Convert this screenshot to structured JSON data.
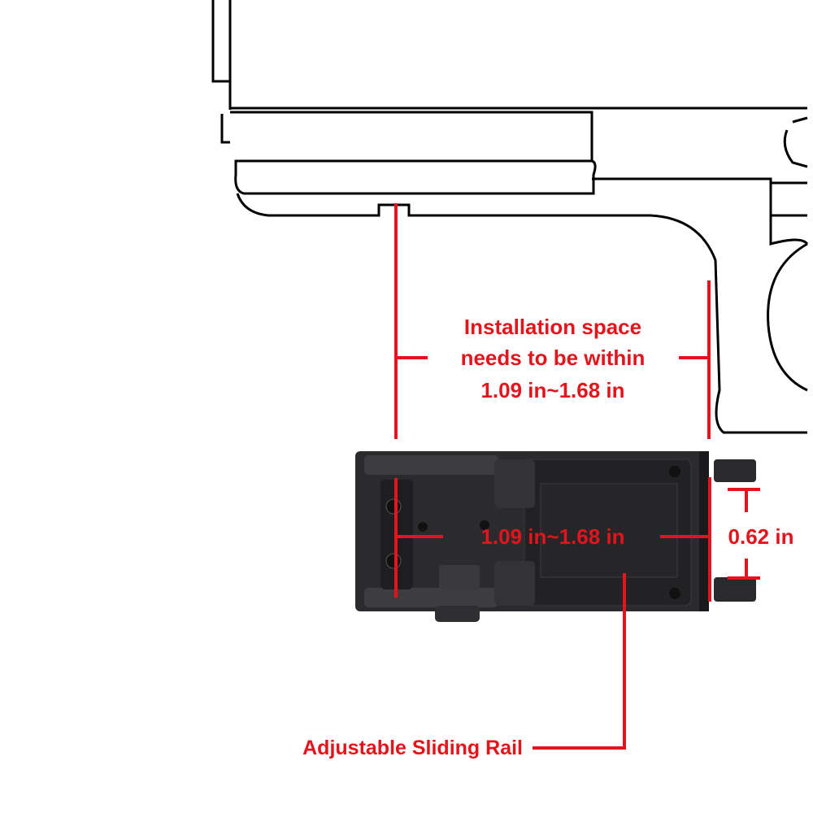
{
  "colors": {
    "annotation": "#e3141b",
    "device": "#2b2b2d",
    "outline": "#000000"
  },
  "labels": {
    "installation_line1": "Installation space",
    "installation_line2": "needs to be within",
    "installation_line3": "1.09 in~1.68 in",
    "rail_width": "1.09 in~1.68 in",
    "height": "0.62 in",
    "sliding_rail": "Adjustable Sliding Rail"
  }
}
